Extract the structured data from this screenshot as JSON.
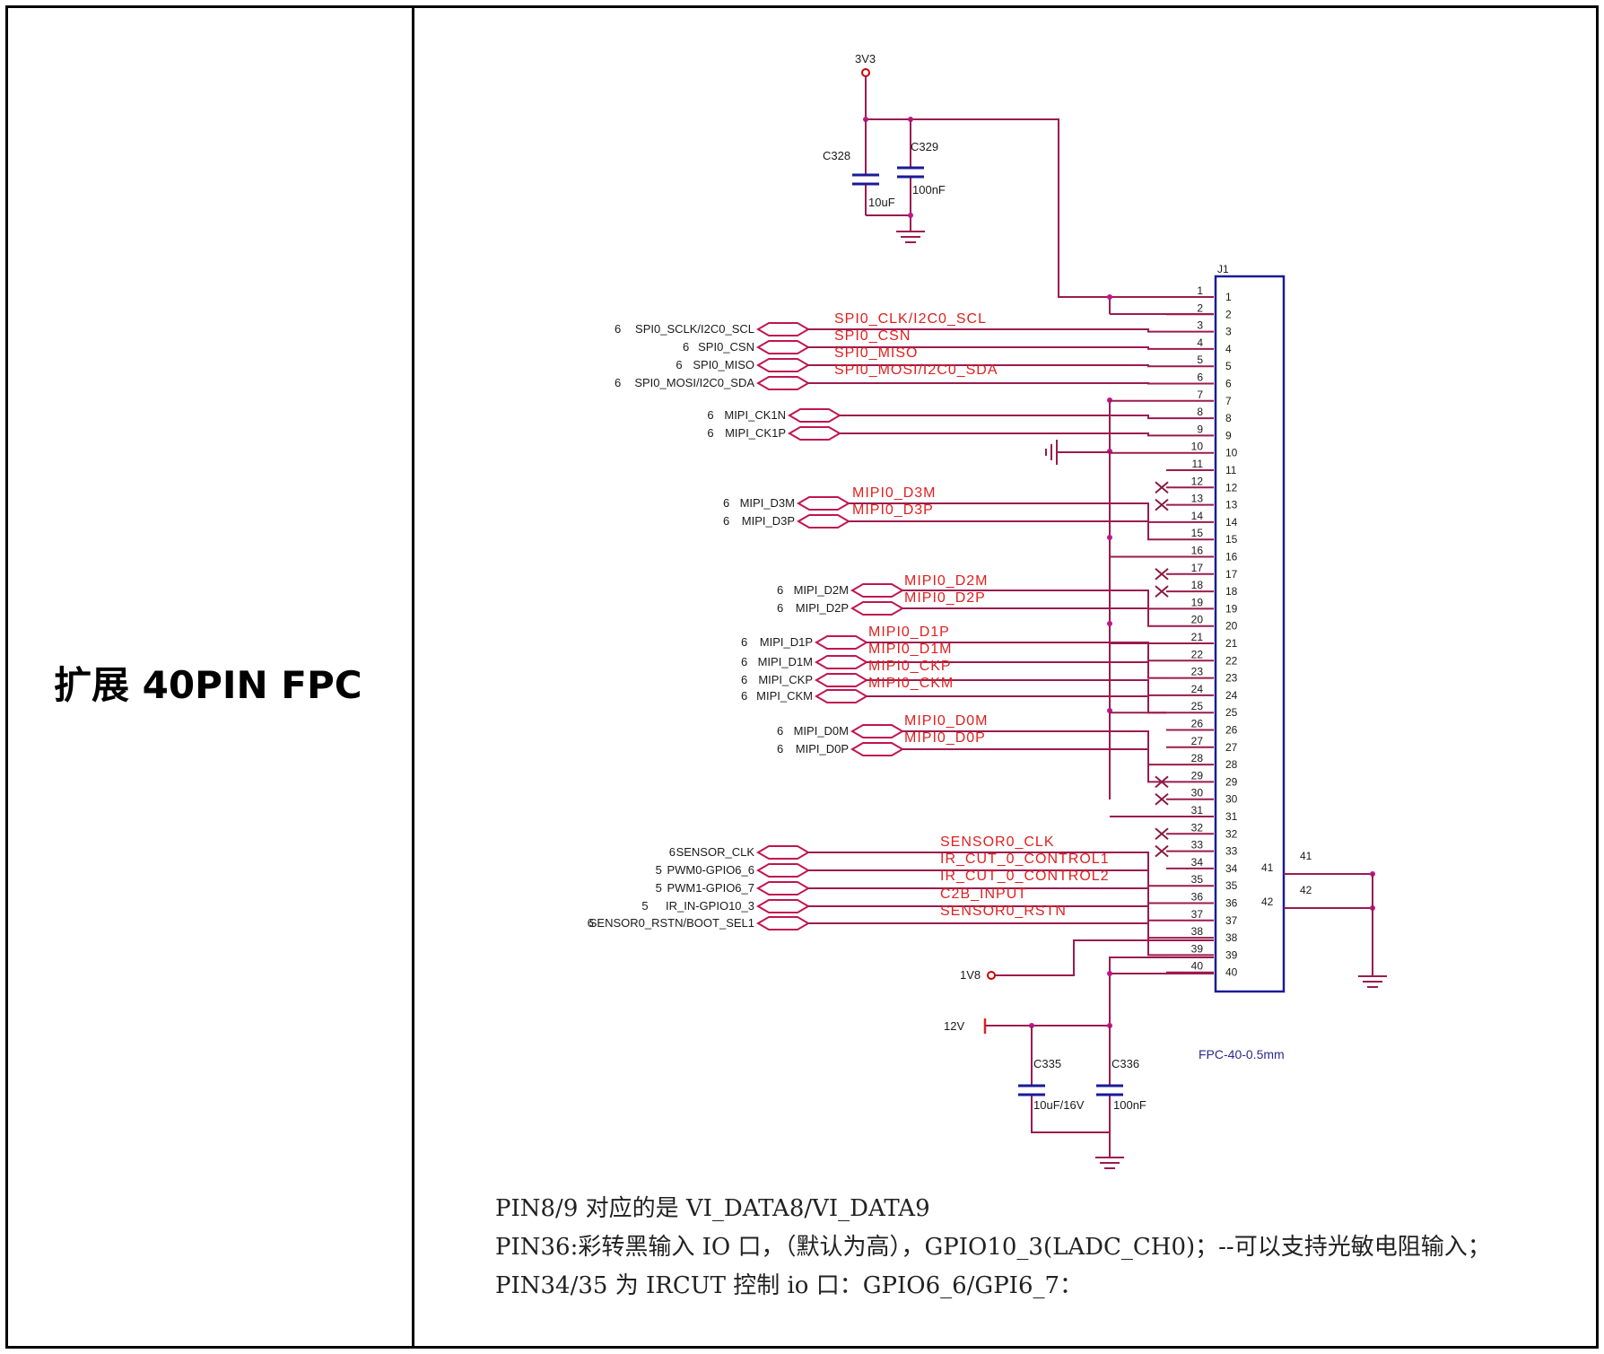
{
  "section_label": "扩展 40PIN FPC",
  "power_top": {
    "rail": "3V3",
    "caps": [
      {
        "ref": "C328",
        "value": "10uF"
      },
      {
        "ref": "C329",
        "value": "100nF"
      }
    ]
  },
  "connector": {
    "ref": "J1",
    "footprint": "FPC-40-0.5mm",
    "extra_pins": [
      "41",
      "42"
    ]
  },
  "net_groups": [
    {
      "ports": [
        {
          "sheet": "6",
          "name": "SPI0_SCLK/I2C0_SCL",
          "wire_label": "SPI0_CLK/I2C0_SCL"
        },
        {
          "sheet": "6",
          "name": "SPI0_CSN",
          "wire_label": "SPI0_CSN"
        },
        {
          "sheet": "6",
          "name": "SPI0_MISO",
          "wire_label": "SPI0_MISO"
        },
        {
          "sheet": "6",
          "name": "SPI0_MOSI/I2C0_SDA",
          "wire_label": "SPI0_MOSI/I2C0_SDA"
        }
      ]
    },
    {
      "ports": [
        {
          "sheet": "6",
          "name": "MIPI_CK1N",
          "wire_label": ""
        },
        {
          "sheet": "6",
          "name": "MIPI_CK1P",
          "wire_label": ""
        }
      ]
    },
    {
      "ports": [
        {
          "sheet": "6",
          "name": "MIPI_D3M",
          "wire_label": "MIPI0_D3M"
        },
        {
          "sheet": "6",
          "name": "MIPI_D3P",
          "wire_label": "MIPI0_D3P"
        }
      ]
    },
    {
      "ports": [
        {
          "sheet": "6",
          "name": "MIPI_D2M",
          "wire_label": "MIPI0_D2M"
        },
        {
          "sheet": "6",
          "name": "MIPI_D2P",
          "wire_label": "MIPI0_D2P"
        }
      ]
    },
    {
      "ports": [
        {
          "sheet": "6",
          "name": "MIPI_D1P",
          "wire_label": "MIPI0_D1P"
        },
        {
          "sheet": "6",
          "name": "MIPI_D1M",
          "wire_label": "MIPI0_D1M"
        },
        {
          "sheet": "6",
          "name": "MIPI_CKP",
          "wire_label": "MIPI0_CKP"
        },
        {
          "sheet": "6",
          "name": "MIPI_CKM",
          "wire_label": "MIPI0_CKM"
        }
      ]
    },
    {
      "ports": [
        {
          "sheet": "6",
          "name": "MIPI_D0M",
          "wire_label": "MIPI0_D0M"
        },
        {
          "sheet": "6",
          "name": "MIPI_D0P",
          "wire_label": "MIPI0_D0P"
        }
      ]
    },
    {
      "ports": [
        {
          "sheet": "6",
          "name": "SENSOR_CLK",
          "wire_label": "SENSOR0_CLK"
        },
        {
          "sheet": "5",
          "name": "PWM0-GPIO6_6",
          "wire_label": "IR_CUT_0_CONTROL1"
        },
        {
          "sheet": "5",
          "name": "PWM1-GPIO6_7",
          "wire_label": "IR_CUT_0_CONTROL2"
        },
        {
          "sheet": "5",
          "name": "IR_IN-GPIO10_3",
          "wire_label": "C2B_INPUT"
        },
        {
          "sheet": "6",
          "name": "SENSOR0_RSTN/BOOT_SEL1",
          "wire_label": "SENSOR0_RSTN"
        }
      ]
    }
  ],
  "power_bottom": {
    "rail_1v8": "1V8",
    "rail_12v": "12V",
    "caps": [
      {
        "ref": "C335",
        "value": "10uF/16V"
      },
      {
        "ref": "C336",
        "value": "100nF"
      }
    ]
  },
  "notes": [
    "PIN8/9  对应的是 VI_DATA8/VI_DATA9",
    "PIN36:彩转黑输入 IO 口，（默认为高），GPIO10_3(LADC_CH0)；--可以支持光敏电阻输入；",
    "PIN34/35 为  IRCUT 控制 io 口：GPIO6_6/GPI6_7："
  ],
  "colors": {
    "wire": "#9b1b4e",
    "net_label": "#e02020",
    "ink": "#1a1a1a",
    "box": "#1a1a9a",
    "junction": "#c0168c"
  }
}
